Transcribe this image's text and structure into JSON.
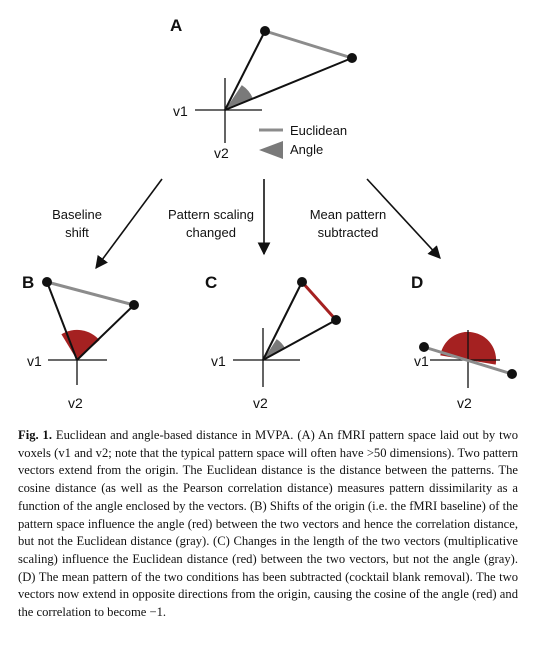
{
  "figure": {
    "panels": {
      "A": {
        "letter": "A",
        "axis_x": "v1",
        "axis_y": "v2"
      },
      "B": {
        "letter": "B",
        "axis_x": "v1",
        "axis_y": "v2"
      },
      "C": {
        "letter": "C",
        "axis_x": "v1",
        "axis_y": "v2"
      },
      "D": {
        "letter": "D",
        "axis_x": "v1",
        "axis_y": "v2"
      }
    },
    "legend": {
      "euclidean": "Euclidean",
      "angle": "Angle"
    },
    "arrows": {
      "baseline": [
        "Baseline",
        "shift"
      ],
      "scaling": [
        "Pattern scaling",
        "changed"
      ],
      "mean": [
        "Mean pattern",
        "subtracted"
      ]
    },
    "colors": {
      "gray": "#8c8c8c",
      "red": "#a52121",
      "black": "#111111"
    }
  },
  "caption": {
    "label": "Fig. 1.",
    "text": "Euclidean and angle-based distance in MVPA. (A) An fMRI pattern space laid out by two voxels (v1 and v2; note that the typical pattern space will often have >50 dimensions). Two pattern vectors extend from the origin. The Euclidean distance is the distance between the patterns. The cosine distance (as well as the Pearson correlation distance) measures pattern dissimilarity as a function of the angle enclosed by the vectors. (B) Shifts of the origin (i.e. the fMRI baseline) of the pattern space influence the angle (red) between the two vectors and hence the correlation distance, but not the Euclidean distance (gray). (C) Changes in the length of the two vectors (multiplicative scaling) influence the Euclidean distance (red) between the two vectors, but not the angle (gray). (D) The mean pattern of the two conditions has been subtracted (cocktail blank removal). The two vectors now extend in opposite directions from the origin, causing the cosine of the angle (red) and the correlation to become −1."
  }
}
